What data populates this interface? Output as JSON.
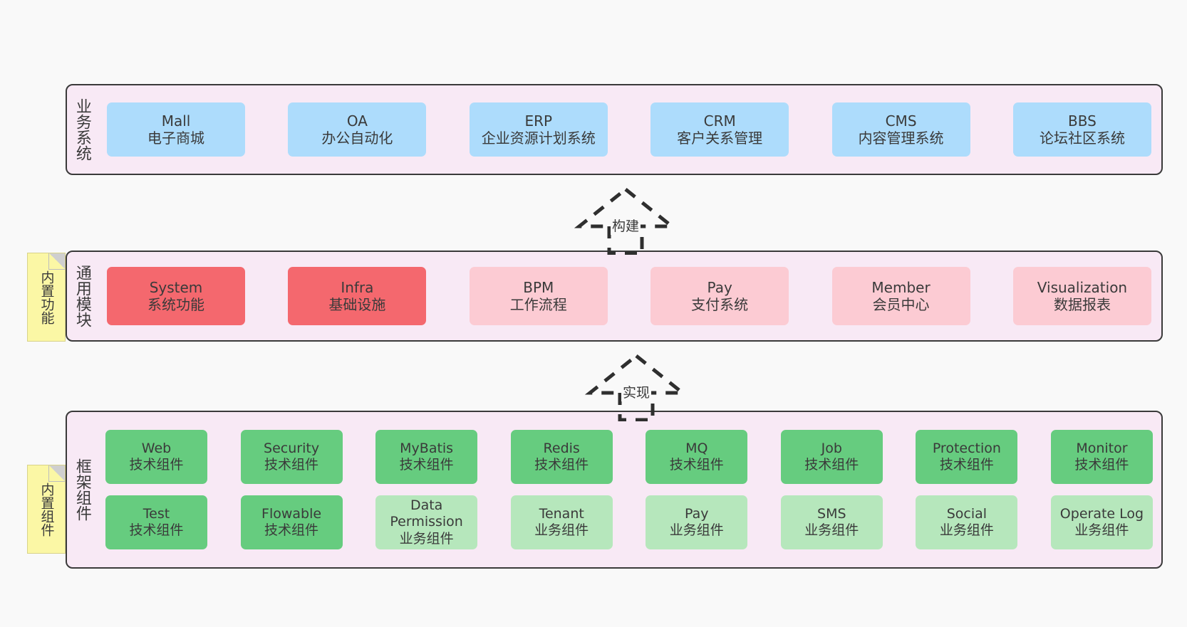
{
  "canvas": {
    "background": "#f9f9f9",
    "panel_background": "#f8e9f5",
    "panel_border": "#3a3a3a",
    "note_background": "#fbf7a5"
  },
  "layers": {
    "business": {
      "title": "业务系统",
      "color": "#addcfc",
      "items": [
        {
          "en": "Mall",
          "cn": "电子商城"
        },
        {
          "en": "OA",
          "cn": "办公自动化"
        },
        {
          "en": "ERP",
          "cn": "企业资源计划系统"
        },
        {
          "en": "CRM",
          "cn": "客户关系管理"
        },
        {
          "en": "CMS",
          "cn": "内容管理系统"
        },
        {
          "en": "BBS",
          "cn": "论坛社区系统"
        }
      ]
    },
    "modules": {
      "title": "通用模块",
      "note": "内置功能",
      "color_solid": "#f4686e",
      "color_soft": "#fccbd3",
      "items": [
        {
          "en": "System",
          "cn": "系统功能",
          "style": "solid"
        },
        {
          "en": "Infra",
          "cn": "基础设施",
          "style": "solid"
        },
        {
          "en": "BPM",
          "cn": "工作流程",
          "style": "soft"
        },
        {
          "en": "Pay",
          "cn": "支付系统",
          "style": "soft"
        },
        {
          "en": "Member",
          "cn": "会员中心",
          "style": "soft"
        },
        {
          "en": "Visualization",
          "cn": "数据报表",
          "style": "soft"
        }
      ]
    },
    "framework": {
      "title": "框架组件",
      "note": "内置组件",
      "color_tech": "#66cc7f",
      "color_biz": "#b6e7bc",
      "row1": [
        {
          "en": "Web",
          "cn": "技术组件",
          "style": "tech"
        },
        {
          "en": "Security",
          "cn": "技术组件",
          "style": "tech"
        },
        {
          "en": "MyBatis",
          "cn": "技术组件",
          "style": "tech"
        },
        {
          "en": "Redis",
          "cn": "技术组件",
          "style": "tech"
        },
        {
          "en": "MQ",
          "cn": "技术组件",
          "style": "tech"
        },
        {
          "en": "Job",
          "cn": "技术组件",
          "style": "tech"
        },
        {
          "en": "Protection",
          "cn": "技术组件",
          "style": "tech"
        },
        {
          "en": "Monitor",
          "cn": "技术组件",
          "style": "tech"
        }
      ],
      "row2": [
        {
          "en": "Test",
          "cn": "技术组件",
          "style": "tech"
        },
        {
          "en": "Flowable",
          "cn": "技术组件",
          "style": "tech"
        },
        {
          "en": "Data Permission",
          "cn": "业务组件",
          "style": "biz"
        },
        {
          "en": "Tenant",
          "cn": "业务组件",
          "style": "biz"
        },
        {
          "en": "Pay",
          "cn": "业务组件",
          "style": "biz"
        },
        {
          "en": "SMS",
          "cn": "业务组件",
          "style": "biz"
        },
        {
          "en": "Social",
          "cn": "业务组件",
          "style": "biz"
        },
        {
          "en": "Operate Log",
          "cn": "业务组件",
          "style": "biz"
        }
      ]
    }
  },
  "connectors": [
    {
      "label": "构建"
    },
    {
      "label": "实现"
    }
  ]
}
